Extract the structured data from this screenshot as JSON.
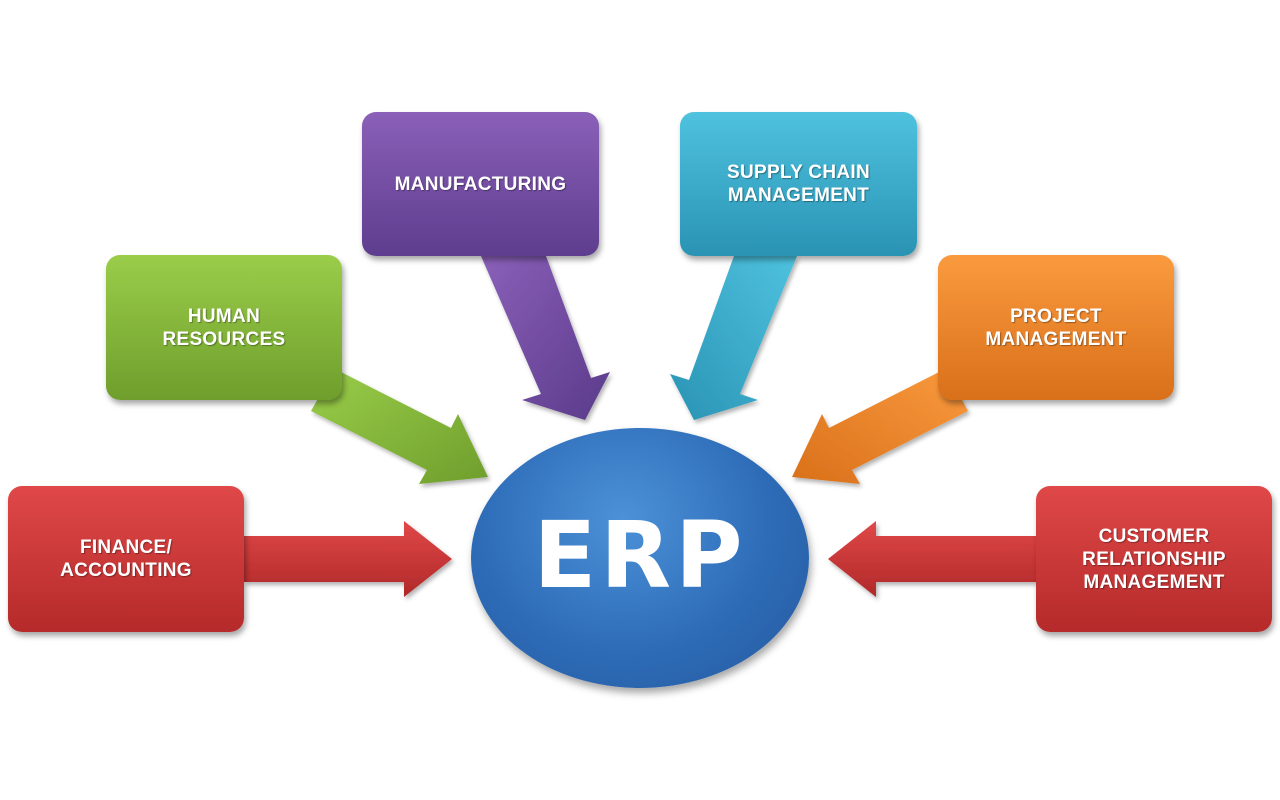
{
  "hub": {
    "label": "ERP",
    "color": "#2e6cb8"
  },
  "modules": [
    {
      "key": "finance",
      "lines": [
        "FINANCE/",
        "ACCOUNTING"
      ],
      "color": "#c93535"
    },
    {
      "key": "hr",
      "lines": [
        "HUMAN",
        "RESOURCES"
      ],
      "color": "#86b83c"
    },
    {
      "key": "manufacturing",
      "lines": [
        "MANUFACTURING"
      ],
      "color": "#744fa3"
    },
    {
      "key": "supply_chain",
      "lines": [
        "SUPPLY CHAIN",
        "MANAGEMENT"
      ],
      "color": "#38abcb"
    },
    {
      "key": "project",
      "lines": [
        "PROJECT",
        "MANAGEMENT"
      ],
      "color": "#ee842b"
    },
    {
      "key": "crm",
      "lines": [
        "CUSTOMER",
        "RELATIONSHIP",
        "MANAGEMENT"
      ],
      "color": "#c93535"
    }
  ]
}
